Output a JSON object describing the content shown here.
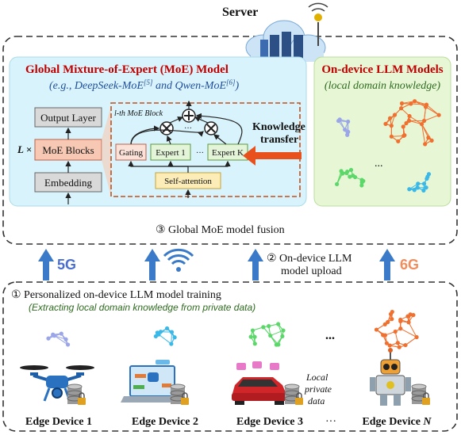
{
  "server": {
    "label": "Server"
  },
  "global_moe": {
    "title": "Global Mixture-of-Expert (MoE) Model",
    "subtitle_pre": "(e.g., DeepSeek-MoE",
    "ref1": "[5]",
    "subtitle_mid": " and Qwen-MoE",
    "ref2": "[6]",
    "subtitle_post": ")",
    "output_layer": "Output Layer",
    "moe_blocks": "MoE Blocks",
    "embedding": "Embedding",
    "multiplier": "L ×",
    "block_title": "l-th MoE Block",
    "gating": "Gating",
    "expert1": "Expert 1",
    "expertK": "Expert K",
    "ellipsis": "···",
    "self_attention": "Self-attention"
  },
  "knowledge_transfer": {
    "line1": "Knowledge",
    "line2": "transfer"
  },
  "ondevice_models": {
    "title": "On-device LLM Models",
    "subtitle": "(local domain knowledge)",
    "ellipsis": "..."
  },
  "fusion_label": "③ Global MoE model fusion",
  "upload_label": {
    "line1": "② On-device LLM",
    "line2": "model upload"
  },
  "network_labels": {
    "left": "5G",
    "right": "6G"
  },
  "training": {
    "title": "① Personalized on-device LLM model training",
    "subtitle": "(Extracting local domain knowledge from private data)"
  },
  "local_private_data": {
    "line1": "Local",
    "line2": "private",
    "line3": "data"
  },
  "devices": {
    "d1": "Edge Device 1",
    "d2": "Edge Device 2",
    "d3": "Edge Device 3",
    "dots": "···",
    "dN_prefix": "Edge Device ",
    "dN_suffix": "N",
    "mid_dots": "..."
  },
  "colors": {
    "global_title": "#c00000",
    "subtitle_blue": "#1f4e9c",
    "device_title": "#c00000",
    "device_subtitle": "#2e6b1f",
    "arrow_blue": "#3a7ac8",
    "arrow_orange": "#e8501c",
    "net_5g": "#4a6fd0",
    "net_6g": "#f28c5a"
  }
}
